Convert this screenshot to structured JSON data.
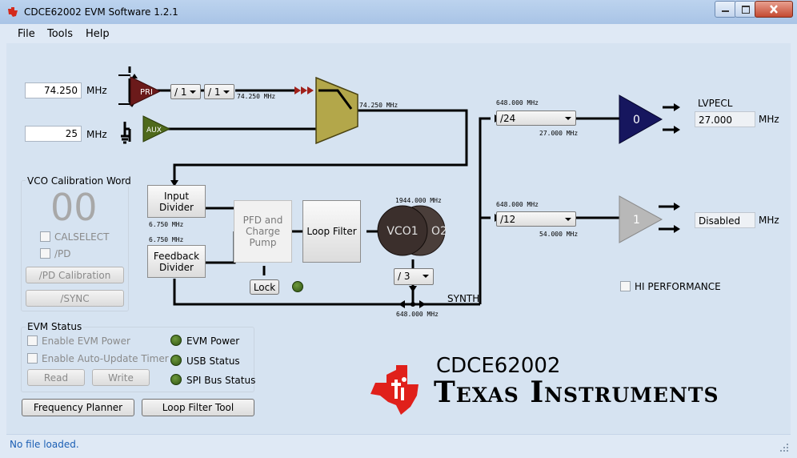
{
  "window": {
    "title": "CDCE62002 EVM Software 1.2.1"
  },
  "menu": {
    "file": "File",
    "tools": "Tools",
    "help": "Help"
  },
  "inputs": {
    "primary": {
      "value": "74.250",
      "unit": "MHz"
    },
    "aux": {
      "value": "25",
      "unit": "MHz"
    }
  },
  "blocks": {
    "pri": "PRI",
    "aux": "AUX",
    "input_divider": "Input Divider",
    "feedback_divider": "Feedback Divider",
    "pfd": "PFD and Charge Pump",
    "loop_filter": "Loop Filter",
    "vco1": "VCO1",
    "vco2": "O2",
    "lock": "Lock",
    "synth": "SYNTH"
  },
  "dividers": {
    "pre1": "/ 1",
    "pre2": "/ 1",
    "vco": "/ 3",
    "out0": "/24",
    "out1": "/12"
  },
  "freqs": {
    "after_prediv": "74.250 MHz",
    "mux_out": "74.250 MHz",
    "input_div": "6.750 MHz",
    "feedback_div": "6.750 MHz",
    "vco": "1944.000 MHz",
    "synth": "648.000 MHz",
    "out0_in": "648.000 MHz",
    "out0_out": "27.000 MHz",
    "out1_in": "648.000 MHz",
    "out1_out": "54.000 MHz"
  },
  "outputs": {
    "out0": {
      "buffer": "0",
      "type": "LVPECL",
      "value": "27.000",
      "unit": "MHz"
    },
    "out1": {
      "buffer": "1",
      "value": "Disabled",
      "unit": "MHz"
    },
    "hi_perf": "HI PERFORMANCE"
  },
  "vco_cal": {
    "title": "VCO Calibration Word",
    "value": "00",
    "calselect": "CALSELECT",
    "pd": "/PD",
    "pd_cal_button": "/PD Calibration",
    "sync_button": "/SYNC"
  },
  "evm_status": {
    "title": "EVM Status",
    "enable_power": "Enable EVM Power",
    "enable_auto": "Enable Auto-Update Timer",
    "read": "Read",
    "write": "Write",
    "led_power": "EVM Power",
    "led_usb": "USB Status",
    "led_spi": "SPI Bus Status"
  },
  "buttons": {
    "freq_planner": "Frequency Planner",
    "loop_filter_tool": "Loop Filter Tool"
  },
  "logo": {
    "part": "CDCE62002",
    "company": "Texas Instruments"
  },
  "status_bar": "No file loaded.",
  "colors": {
    "pri": "#6b1a1a",
    "aux": "#4f6a1c",
    "mux": "#b3a74a",
    "buf0": "#16165e",
    "buf1": "#b8b8b8",
    "ti_red": "#e0201b"
  }
}
